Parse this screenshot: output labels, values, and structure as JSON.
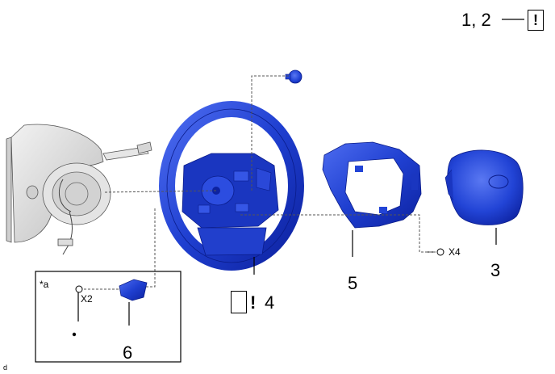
{
  "labels": {
    "step_ref": "1, 2",
    "warn_top": "!",
    "item4_warn": "!",
    "item4": "4",
    "item5": "5",
    "item3": "3",
    "item6": "6",
    "qty_x4": "X4",
    "qty_x2": "X2",
    "inset_ref": "*a",
    "corner_code": "d"
  },
  "colors": {
    "part_blue": "#1f3fd0",
    "part_blue_dark": "#0d22a0",
    "part_blue_light": "#4d6cf0",
    "column_gray": "#d9d9d9"
  }
}
